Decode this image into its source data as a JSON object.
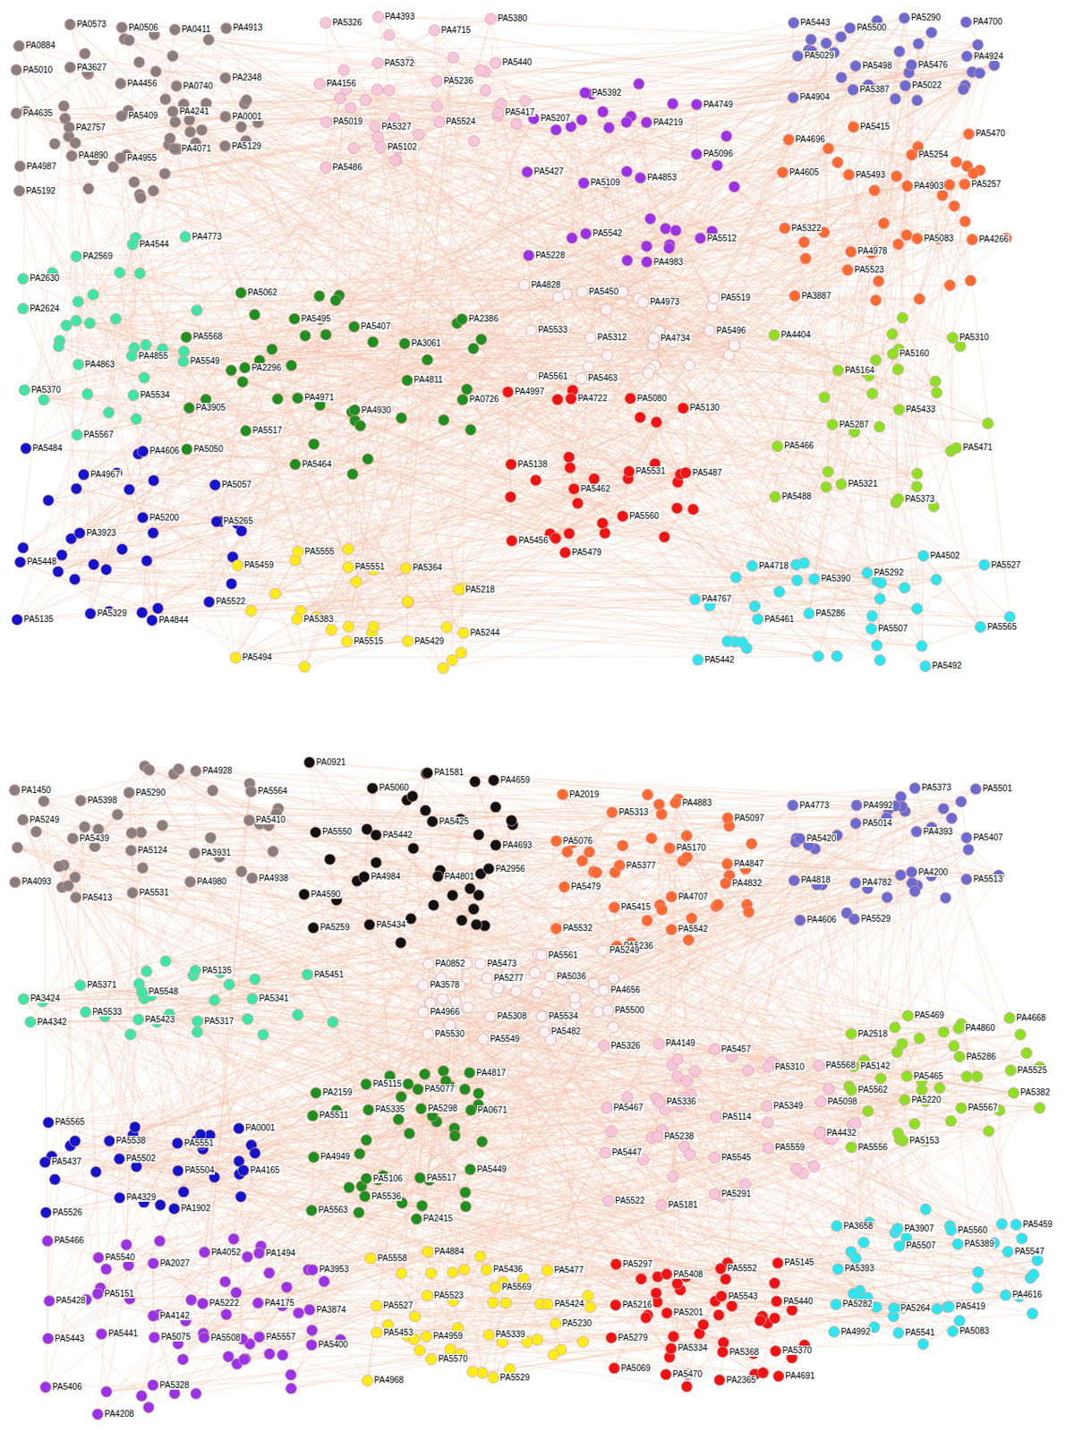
{
  "diagram": {
    "labels": [
      "PA0884",
      "PA0573",
      "PA0506",
      "PA0411",
      "PA4913",
      "PA5010",
      "PA3627",
      "PA4456",
      "PA0740",
      "PA2348",
      "PA4635",
      "PA2757",
      "PA5409",
      "PA4241",
      "PA0001",
      "PA4987",
      "PA4890",
      "PA4955",
      "PA4071",
      "PA5129",
      "PA5192",
      "PA5326",
      "PA4393",
      "PA4715",
      "PA5380",
      "PA4156",
      "PA5372",
      "PA5236",
      "PA5440",
      "PA5019",
      "PA5327",
      "PA5524",
      "PA5417",
      "PA5486",
      "PA5102",
      "PA5207",
      "PA5392",
      "PA4219",
      "PA4749",
      "PA5427",
      "PA5109",
      "PA4853",
      "PA5096",
      "PA5228",
      "PA5542",
      "PA4983",
      "PA5512",
      "PA5443",
      "PA5500",
      "PA5290",
      "PA4700",
      "PA5029",
      "PA5498",
      "PA5476",
      "PA4924",
      "PA4904",
      "PA5387",
      "PA5022",
      "PA4696",
      "PA5415",
      "PA5254",
      "PA5470",
      "PA4605",
      "PA5493",
      "PA4903",
      "PA5257",
      "PA5322",
      "PA4978",
      "PA5083",
      "PA4266",
      "PA3887",
      "PA5523",
      "PA2630",
      "PA2569",
      "PA4544",
      "PA4773",
      "PA2624",
      "PA4863",
      "PA4855",
      "PA5549",
      "PA5370",
      "PA5567",
      "PA5534",
      "PA5568",
      "PA5062",
      "PA5495",
      "PA5407",
      "PA3061",
      "PA2386",
      "PA3905",
      "PA2296",
      "PA4971",
      "PA4930",
      "PA4811",
      "PA0726",
      "PA5050",
      "PA5517",
      "PA5464",
      "PA4828",
      "PA5450",
      "PA4973",
      "PA5519",
      "PA5533",
      "PA5312",
      "PA4734",
      "PA5496",
      "PA5561",
      "PA5463",
      "PA4404",
      "PA5164",
      "PA5160",
      "PA5310",
      "PA5466",
      "PA5287",
      "PA5433",
      "PA5471",
      "PA5488",
      "PA5321",
      "PA5373",
      "PA4997",
      "PA4722",
      "PA5080",
      "PA5130",
      "PA5138",
      "PA5462",
      "PA5531",
      "PA5487",
      "PA5456",
      "PA5479",
      "PA5560",
      "PA5484",
      "PA4967",
      "PA4606",
      "PA5057",
      "PA5448",
      "PA3923",
      "PA5200",
      "PA5265",
      "PA5135",
      "PA5329",
      "PA4844",
      "PA5522",
      "PA5459",
      "PA5555",
      "PA5551",
      "PA5364",
      "PA5218",
      "PA5494",
      "PA5383",
      "PA5515",
      "PA5429",
      "PA5244",
      "PA4767",
      "PA4718",
      "PA5390",
      "PA5292",
      "PA4502",
      "PA5527",
      "PA5442",
      "PA5461",
      "PA5286",
      "PA5507",
      "PA5492",
      "PA5565",
      "PA1450",
      "PA5398",
      "PA5290",
      "PA4928",
      "PA5564",
      "PA5249",
      "PA5439",
      "PA5124",
      "PA3931",
      "PA5410",
      "PA4093",
      "PA5413",
      "PA5531",
      "PA4980",
      "PA4938",
      "PA0921",
      "PA5060",
      "PA1581",
      "PA4659",
      "PA5550",
      "PA5442",
      "PA5425",
      "PA4693",
      "PA4590",
      "PA4984",
      "PA4801",
      "PA2956",
      "PA5259",
      "PA5434",
      "PA2019",
      "PA5313",
      "PA4883",
      "PA5097",
      "PA5076",
      "PA5377",
      "PA5170",
      "PA4847",
      "PA5479",
      "PA5415",
      "PA4707",
      "PA4832",
      "PA5532",
      "PA5236",
      "PA5542",
      "PA4773",
      "PA4992",
      "PA5373",
      "PA5501",
      "PA5420",
      "PA5014",
      "PA4393",
      "PA5407",
      "PA4818",
      "PA4782",
      "PA4200",
      "PA5513",
      "PA4606",
      "PA5529",
      "PA3424",
      "PA5371",
      "PA5548",
      "PA5135",
      "PA5341",
      "PA5451",
      "PA4342",
      "PA5533",
      "PA5423",
      "PA5317",
      "PA0852",
      "PA5473",
      "PA5561",
      "PA5249",
      "PA3578",
      "PA5277",
      "PA5036",
      "PA4656",
      "PA4966",
      "PA5308",
      "PA5534",
      "PA5500",
      "PA5530",
      "PA5549",
      "PA5482",
      "PA2518",
      "PA5469",
      "PA4860",
      "PA4668",
      "PA5142",
      "PA5465",
      "PA5286",
      "PA5525",
      "PA5562",
      "PA5220",
      "PA5567",
      "PA5382",
      "PA5556",
      "PA5153",
      "PA5326",
      "PA4149",
      "PA5457",
      "PA5310",
      "PA5568",
      "PA5467",
      "PA5336",
      "PA5114",
      "PA5349",
      "PA5098",
      "PA5447",
      "PA5238",
      "PA5545",
      "PA5559",
      "PA4432",
      "PA5522",
      "PA5181",
      "PA5291",
      "PA5565",
      "PA5538",
      "PA5551",
      "PA0001",
      "PA5437",
      "PA5502",
      "PA5504",
      "PA4165",
      "PA5526",
      "PA4329",
      "PA1902",
      "PA2159",
      "PA5115",
      "PA5077",
      "PA4817",
      "PA5511",
      "PA5335",
      "PA5298",
      "PA0671",
      "PA4949",
      "PA5106",
      "PA5517",
      "PA5449",
      "PA5563",
      "PA5536",
      "PA2415",
      "PA5466",
      "PA5540",
      "PA2027",
      "PA4052",
      "PA1494",
      "PA3953",
      "PA5428",
      "PA5151",
      "PA4142",
      "PA5222",
      "PA4175",
      "PA3874",
      "PA5443",
      "PA5441",
      "PA5075",
      "PA5508",
      "PA5557",
      "PA5400",
      "PA5406",
      "PA4208",
      "PA5328",
      "PA5558",
      "PA4884",
      "PA5436",
      "PA5477",
      "PA5527",
      "PA5523",
      "PA5569",
      "PA5424",
      "PA5453",
      "PA4959",
      "PA5339",
      "PA5230",
      "PA4968",
      "PA5570",
      "PA5529",
      "PA5297",
      "PA5408",
      "PA5552",
      "PA5145",
      "PA5216",
      "PA5201",
      "PA5543",
      "PA5440",
      "PA5279",
      "PA5334",
      "PA5368",
      "PA5370",
      "PA5069",
      "PA5470",
      "PA2365",
      "PA4691",
      "PA3658",
      "PA3907",
      "PA5560",
      "PA5459",
      "PA5393",
      "PA5507",
      "PA5389",
      "PA5547",
      "PA5282",
      "PA5264",
      "PA5419",
      "PA4616",
      "PA4992",
      "PA5541",
      "PA5083"
    ]
  }
}
